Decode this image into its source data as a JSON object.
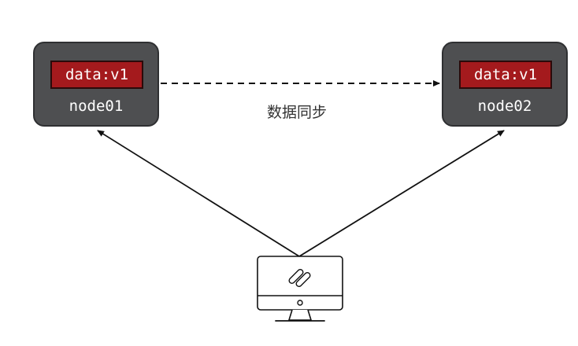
{
  "nodes": [
    {
      "name": "node01",
      "data": "data:v1"
    },
    {
      "name": "node02",
      "data": "data:v1"
    }
  ],
  "sync_label": "数据同步",
  "icons": {
    "client": "desktop-computer-icon",
    "brand_mark": "pencil-logo-icon"
  },
  "colors": {
    "node_fill": "#4e4f51",
    "badge_fill": "#a41a1d",
    "line": "#111111"
  }
}
